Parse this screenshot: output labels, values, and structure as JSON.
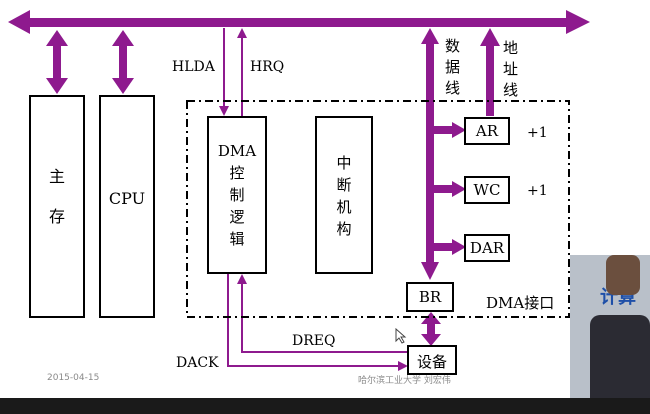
{
  "diagram": {
    "memory_label": "主\n\n存",
    "cpu_label": "CPU",
    "dma_control_label": "DMA\n控\n制\n逻\n辑",
    "interrupt_label": "中\n断\n机\n构",
    "hlda": "HLDA",
    "hrq": "HRQ",
    "data_line": "数据线",
    "address_line": "地址线",
    "ar": "AR",
    "wc": "WC",
    "dar": "DAR",
    "br": "BR",
    "plus_one_ar": "+1",
    "plus_one_wc": "+1",
    "dma_interface": "DMA接口",
    "dreq": "DREQ",
    "dack": "DACK",
    "device": "设备"
  },
  "footer": {
    "date": "2015-04-15",
    "author": "哈尔滨工业大学 刘宏伟"
  },
  "video": {
    "banner": "计算"
  },
  "colors": {
    "bus": "#8e1a8e",
    "line": "#000000"
  }
}
